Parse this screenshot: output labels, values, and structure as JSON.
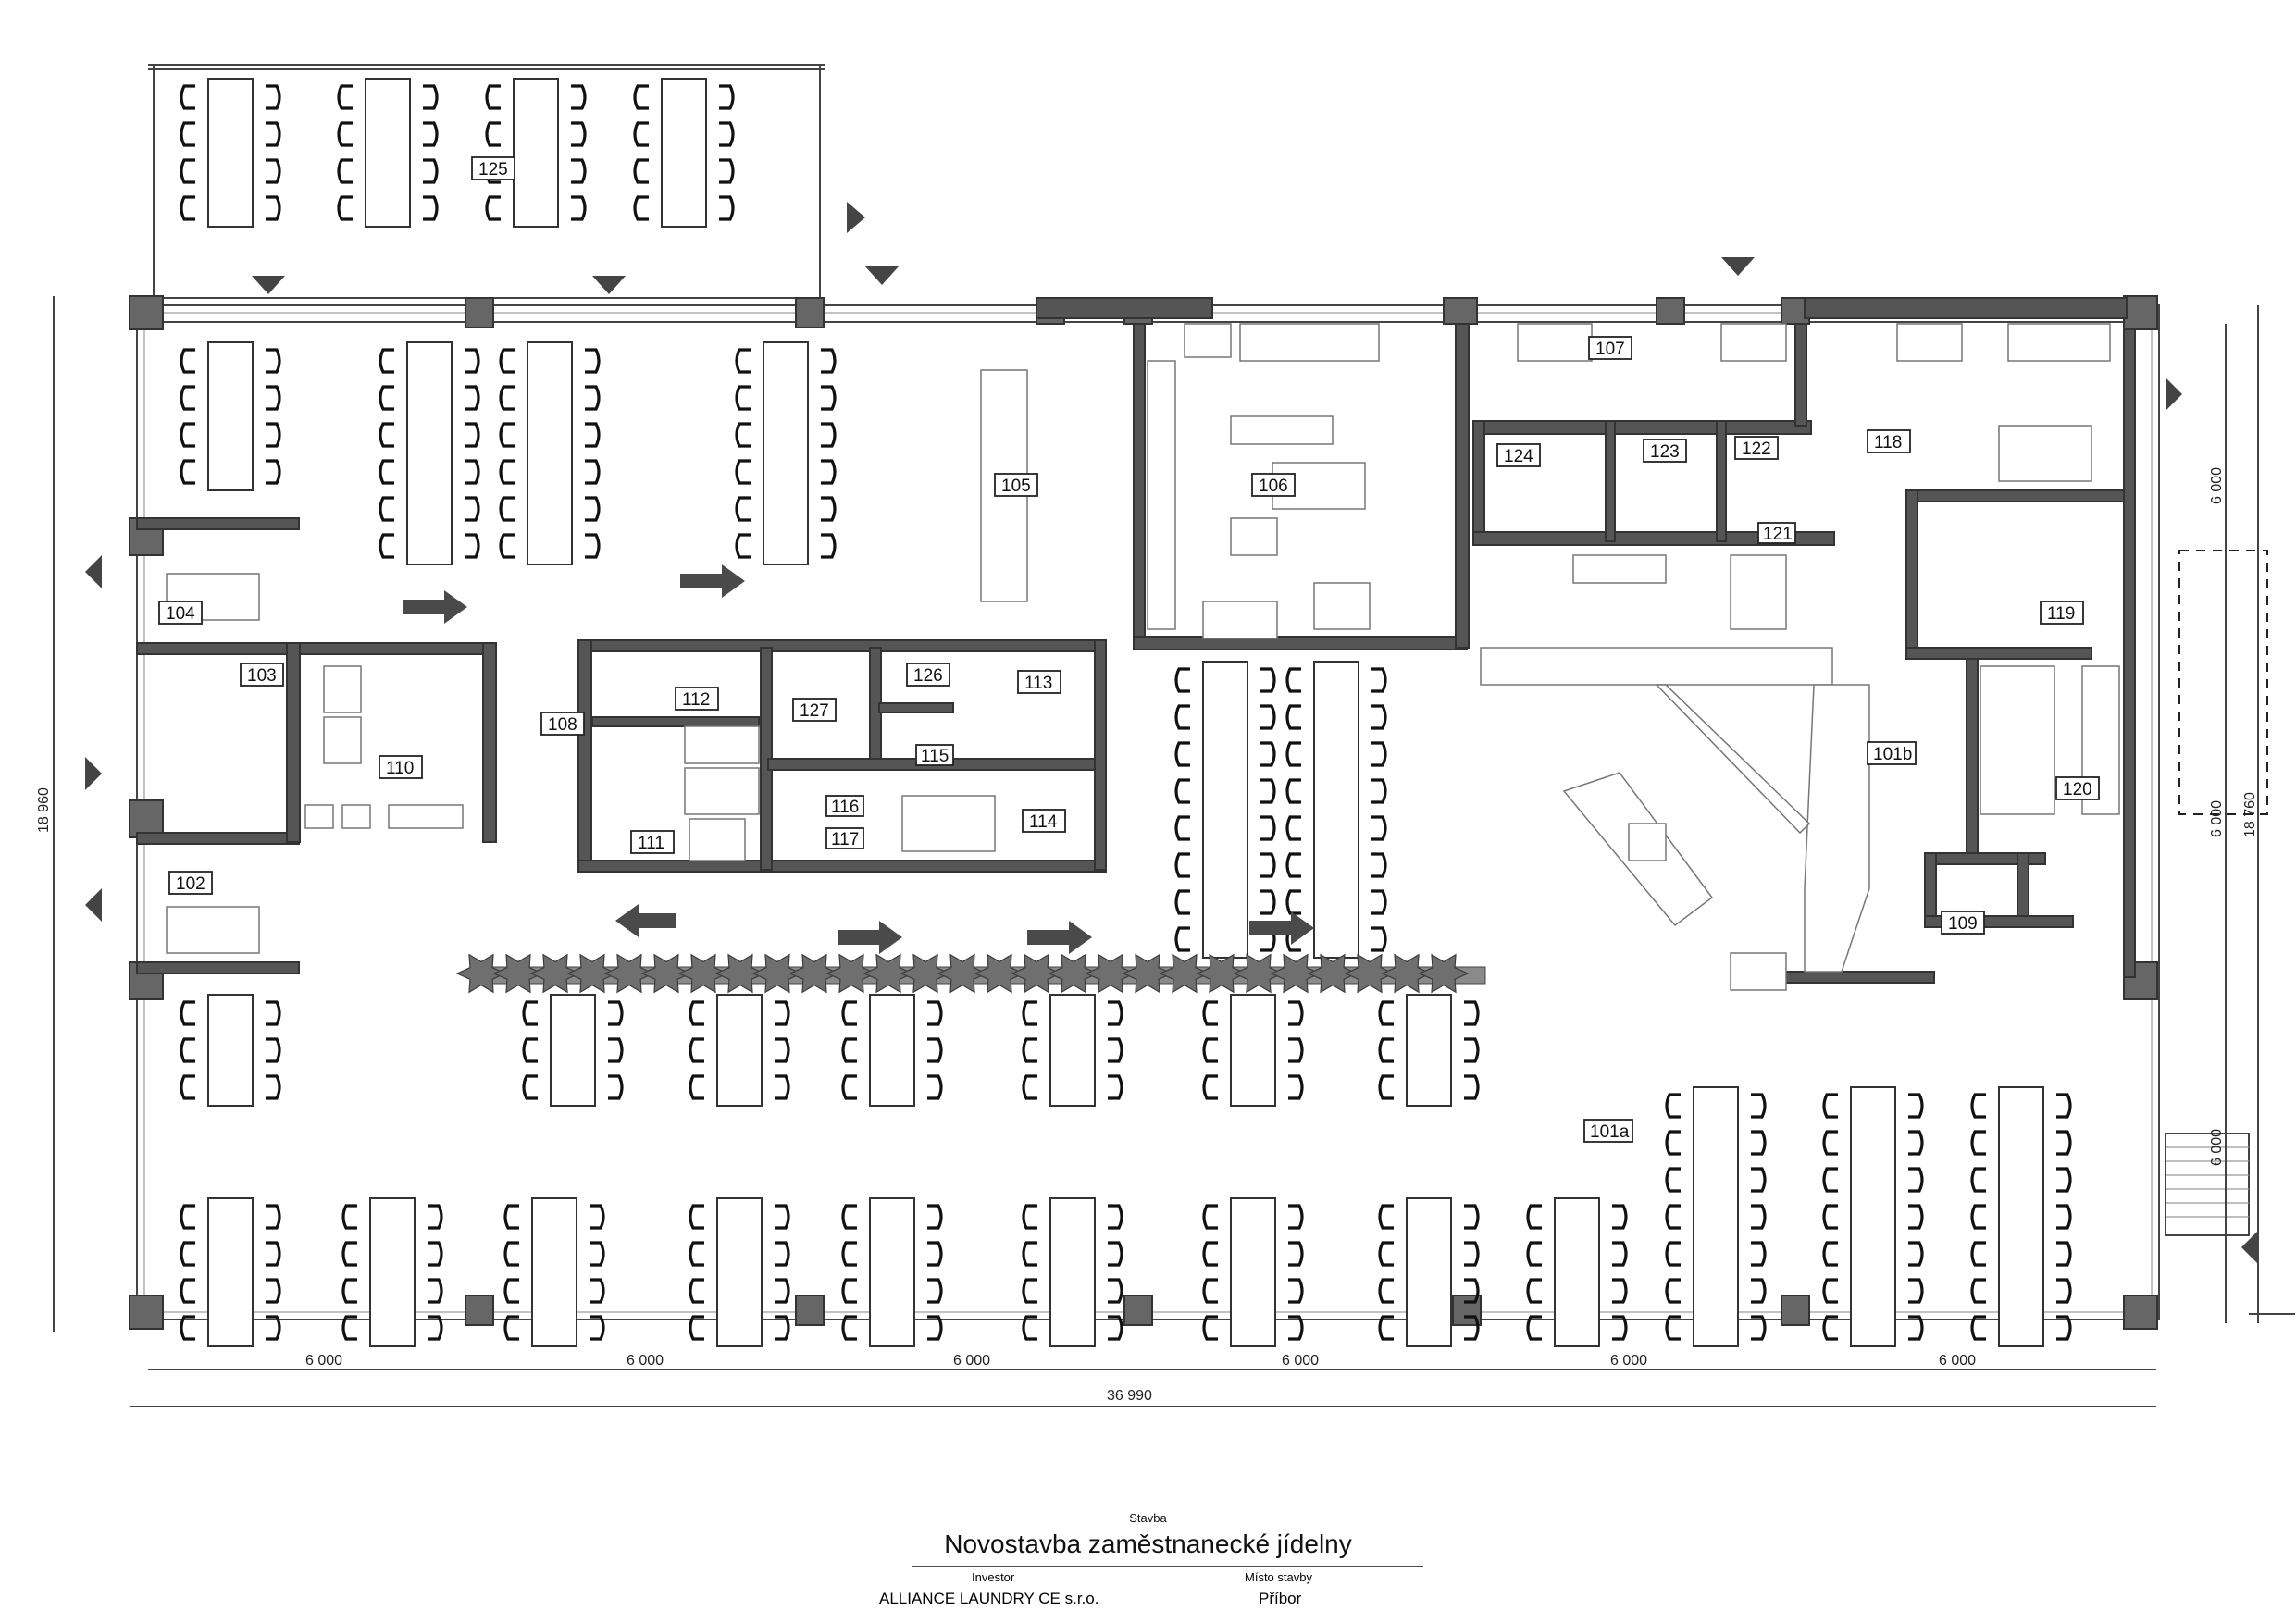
{
  "drawing": {
    "rooms": [
      "125",
      "104",
      "103",
      "110",
      "108",
      "112",
      "127",
      "126",
      "113",
      "115",
      "116",
      "117",
      "111",
      "114",
      "102",
      "105",
      "106",
      "107",
      "124",
      "123",
      "122",
      "121",
      "118",
      "119",
      "101b",
      "120",
      "109",
      "101a"
    ],
    "dimensions": {
      "bays_bottom": [
        "6 000",
        "6 000",
        "6 000",
        "6 000",
        "6 000",
        "6 000"
      ],
      "overall_width": "36 990",
      "overall_depth_left": "18 960",
      "right_bays": [
        "6 000",
        "6 000",
        "6 000"
      ],
      "overall_depth_right": "18 760"
    }
  },
  "title_block": {
    "stavba_label": "Stavba",
    "project_title": "Novostavba zaměstnanecké jídelny",
    "investor_label": "Investor",
    "investor": "ALLIANCE LAUNDRY CE s.r.o.",
    "site_label": "Místo stavby",
    "site": "Příbor"
  }
}
